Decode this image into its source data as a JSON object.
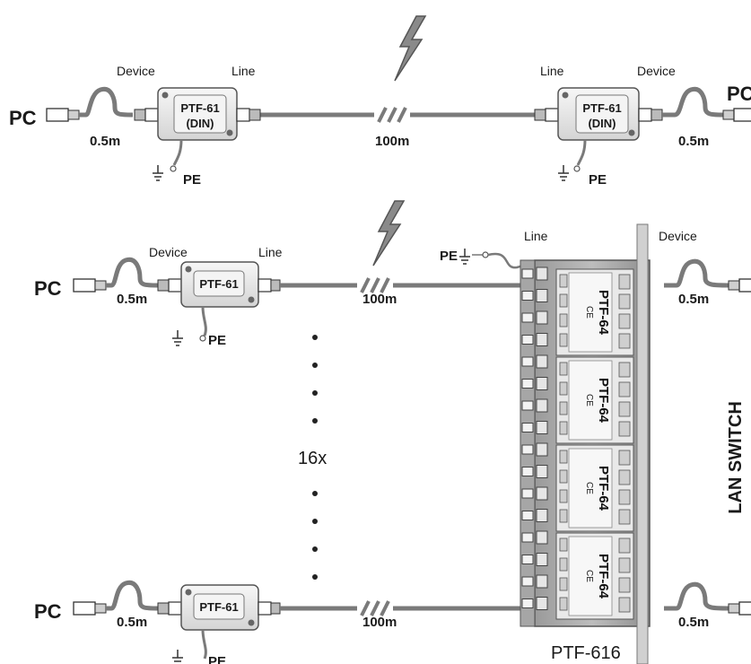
{
  "top_row": {
    "left_pc": "PC",
    "right_pc": "PC",
    "left_device": "Device",
    "left_line": "Line",
    "right_line": "Line",
    "right_device": "Device",
    "left_box_name": "PTF-61",
    "left_box_sub": "(DIN)",
    "right_box_name": "PTF-61",
    "right_box_sub": "(DIN)",
    "left_cable": "0.5m",
    "right_cable": "0.5m",
    "distance": "100m",
    "left_pe": "PE",
    "right_pe": "PE"
  },
  "bottom_section": {
    "device_label": "Device",
    "line_label": "Line",
    "pe_rack_label": "PE",
    "rack_line_label": "Line",
    "rack_device_label": "Device",
    "count_label": "16x",
    "rack_name": "PTF-616",
    "switch_label": "LAN SWITCH",
    "first": {
      "pc": "PC",
      "box_name": "PTF-61",
      "cable": "0.5m",
      "distance": "100m",
      "pe": "PE",
      "switch_cable": "0.5m"
    },
    "last": {
      "pc": "PC",
      "box_name": "PTF-61",
      "cable": "0.5m",
      "distance": "100m",
      "pe": "PE",
      "switch_cable": "0.5m"
    },
    "module_name": "PTF-64",
    "module_ce": "CE",
    "module_count": 4
  },
  "icons": [
    "lightning-icon",
    "ground-icon",
    "rj45-plug-icon"
  ],
  "colors": {
    "cable": "#7a7a7a",
    "box_fill": "#ececec",
    "rack_fill": "#a9a9a9",
    "text": "#1a1a1a",
    "lightning": "#8a8a8a"
  }
}
